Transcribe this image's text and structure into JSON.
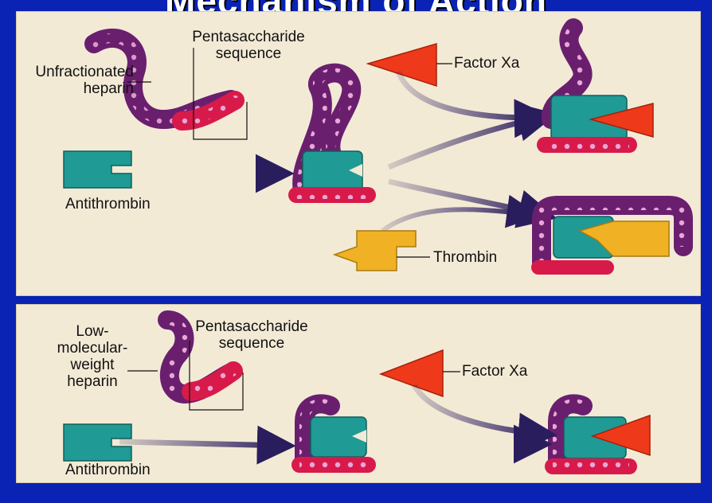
{
  "title": "Mechanism of Action",
  "top_panel": {
    "ufh_label_line1": "Unfractionated",
    "ufh_label_line2": "heparin",
    "penta_line1": "Pentasaccharide",
    "penta_line2": "sequence",
    "factor_xa": "Factor Xa",
    "antithrombin": "Antithrombin",
    "thrombin": "Thrombin"
  },
  "bottom_panel": {
    "lmwh_line1": "Low-",
    "lmwh_line2": "molecular-",
    "lmwh_line3": "weight",
    "lmwh_line4": "heparin",
    "penta_line1": "Pentasaccharide",
    "penta_line2": "sequence",
    "factor_xa": "Factor Xa",
    "antithrombin": "Antithrombin"
  },
  "colors": {
    "background": "#0a23b5",
    "panel": "#f3ead6",
    "heparin_chain": "#6a1f6e",
    "penta_segment": "#d81a4a",
    "antithrombin": "#1f9a94",
    "factor_xa": "#ee3a1a",
    "thrombin": "#f0b224",
    "arrow": "#2a1d5e"
  }
}
